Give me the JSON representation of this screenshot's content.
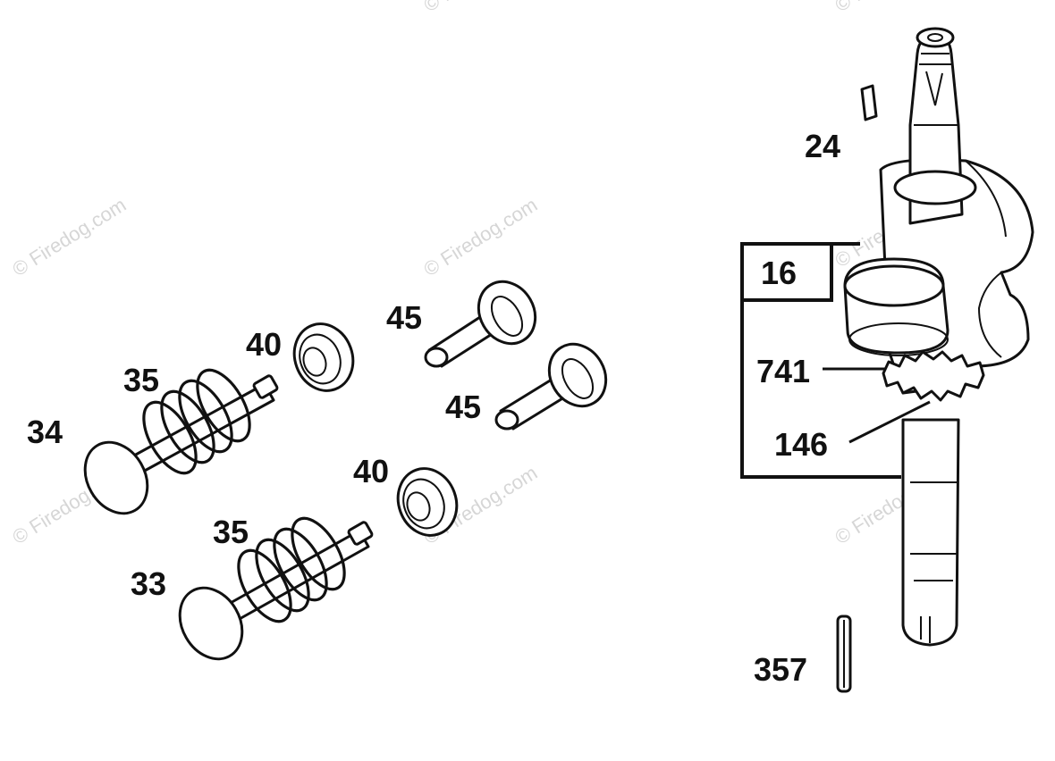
{
  "watermark": {
    "text": "© Firedog.com"
  },
  "callouts": {
    "p24": "24",
    "p16": "16",
    "p741": "741",
    "p146": "146",
    "p357": "357",
    "p45a": "45",
    "p45b": "45",
    "p40a": "40",
    "p40b": "40",
    "p35a": "35",
    "p35b": "35",
    "p34": "34",
    "p33": "33"
  }
}
